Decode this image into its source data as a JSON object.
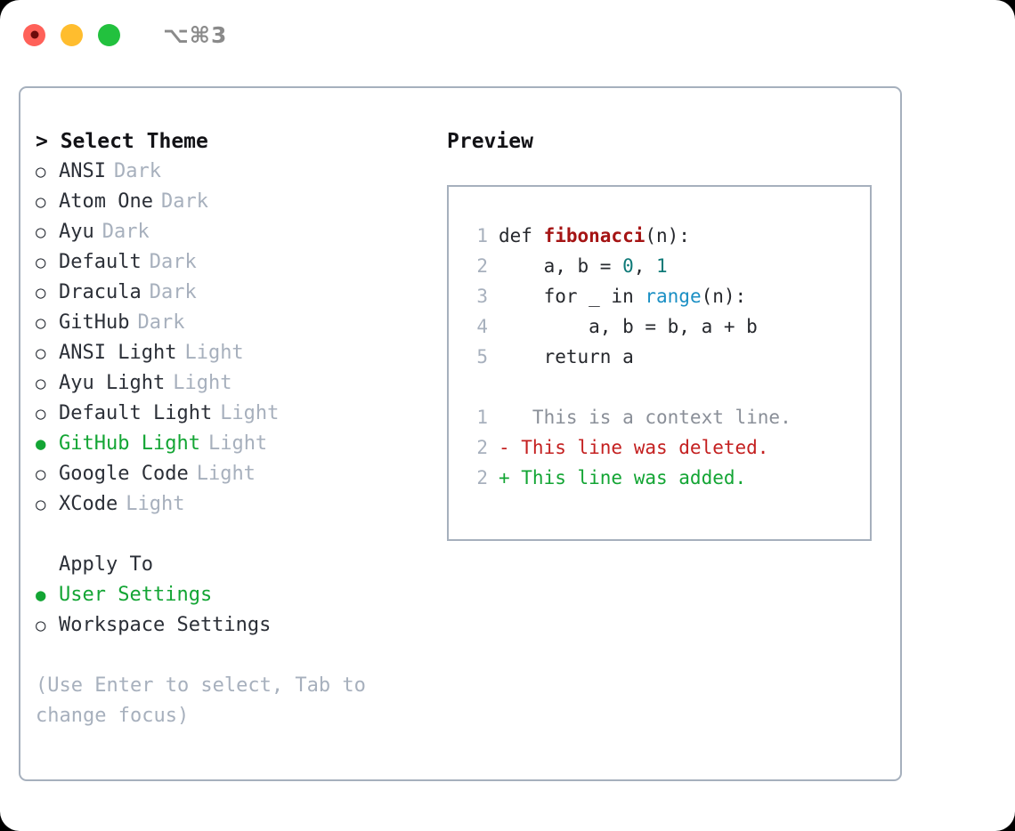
{
  "window": {
    "shortcut_label": "⌥⌘3",
    "traffic_lights": [
      {
        "name": "close",
        "color": "#ff6159",
        "recording": true
      },
      {
        "name": "minimize",
        "color": "#ffbd2e",
        "recording": false
      },
      {
        "name": "maximize",
        "color": "#22c13e",
        "recording": false
      }
    ]
  },
  "theme_picker": {
    "header": "> Select Theme",
    "marker_selected": "●",
    "marker_unselected": "○",
    "accent_color": "#13a534",
    "badge_color": "#a7b0bd",
    "items": [
      {
        "label": "ANSI",
        "badge": "Dark",
        "selected": false
      },
      {
        "label": "Atom One",
        "badge": "Dark",
        "selected": false
      },
      {
        "label": "Ayu",
        "badge": "Dark",
        "selected": false
      },
      {
        "label": "Default",
        "badge": "Dark",
        "selected": false
      },
      {
        "label": "Dracula",
        "badge": "Dark",
        "selected": false
      },
      {
        "label": "GitHub",
        "badge": "Dark",
        "selected": false
      },
      {
        "label": "ANSI Light",
        "badge": "Light",
        "selected": false
      },
      {
        "label": "Ayu Light",
        "badge": "Light",
        "selected": false
      },
      {
        "label": "Default Light",
        "badge": "Light",
        "selected": false
      },
      {
        "label": "GitHub Light",
        "badge": "Light",
        "selected": true
      },
      {
        "label": "Google Code",
        "badge": "Light",
        "selected": false
      },
      {
        "label": "XCode",
        "badge": "Light",
        "selected": false
      }
    ]
  },
  "apply_to": {
    "header": "Apply To",
    "items": [
      {
        "label": "User Settings",
        "selected": true
      },
      {
        "label": "Workspace Settings",
        "selected": false
      }
    ]
  },
  "hint": {
    "text": "(Use Enter to select, Tab to change focus)"
  },
  "preview": {
    "title": "Preview",
    "code_lines": [
      {
        "number": "1",
        "tokens": [
          {
            "text": "def ",
            "type": "plain"
          },
          {
            "text": "fibonacci",
            "type": "fn"
          },
          {
            "text": "(n):",
            "type": "plain"
          }
        ]
      },
      {
        "number": "2",
        "tokens": [
          {
            "text": "    a, b = ",
            "type": "plain"
          },
          {
            "text": "0",
            "type": "num"
          },
          {
            "text": ", ",
            "type": "plain"
          },
          {
            "text": "1",
            "type": "num"
          }
        ]
      },
      {
        "number": "3",
        "tokens": [
          {
            "text": "    for _ in ",
            "type": "plain"
          },
          {
            "text": "range",
            "type": "call"
          },
          {
            "text": "(n):",
            "type": "plain"
          }
        ]
      },
      {
        "number": "4",
        "tokens": [
          {
            "text": "        a, b = b, a + b",
            "type": "plain"
          }
        ]
      },
      {
        "number": "5",
        "tokens": [
          {
            "text": "    return a",
            "type": "plain"
          }
        ]
      }
    ],
    "diff_lines": [
      {
        "number": "1",
        "marker": " ",
        "text": "  This is a context line.",
        "kind": "context"
      },
      {
        "number": "2",
        "marker": "-",
        "text": " This line was deleted.",
        "kind": "deleted"
      },
      {
        "number": "2",
        "marker": "+",
        "text": " This line was added.",
        "kind": "added"
      }
    ],
    "diff_colors": {
      "context": "#8a8f98",
      "deleted": "#c42020",
      "added": "#13a534"
    }
  }
}
